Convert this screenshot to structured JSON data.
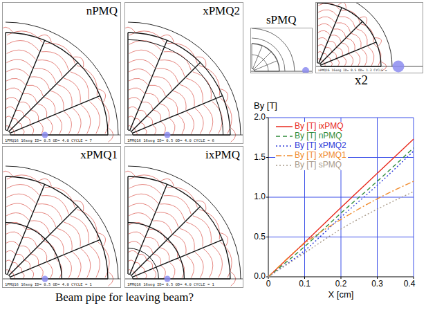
{
  "diagram": {
    "caption": "Beam pipe for leaving beam?",
    "nodes": [
      {
        "text": [
          "nPMQ",
          "1PMQ16 16seg ID= 0.5 OD= 4.0 CYCLE = 7"
        ]
      },
      {
        "text": [
          "xPMQ2",
          "1PMQ16 16seg ID= 0.5 OD= 4.0 CYCLE = 6"
        ]
      },
      {
        "text": [
          "sPMQ"
        ]
      },
      {
        "text": [
          "xPMQ16 16seg ID= 0.5 OD= 1.3 CYCLE =",
          "x2"
        ]
      },
      {
        "text": [
          "xPMQ1",
          "1PMQ16 16seg ID= 0.5 OD= 4.0 CYCLE = 1"
        ]
      },
      {
        "text": [
          "ixPMQ",
          "1PMQ16 16seg ID= 0.5 OD= 4.0 CYCLE = 1"
        ]
      }
    ],
    "labels": [
      "By [T]",
      "2.0",
      "1.5",
      "1.0",
      "0.5",
      "0.0",
      "0",
      "0.1",
      "0.2",
      "0.3",
      "0.4",
      "X [cm]"
    ],
    "legend": [
      {
        "text": "By [T] ixPMQ"
      },
      {
        "text": "By [T] nPMQ"
      },
      {
        "text": "By [T] xPMQ2"
      },
      {
        "text": "By [T] xPMQ1"
      },
      {
        "text": "By [T] sPMQ"
      }
    ]
  }
}
